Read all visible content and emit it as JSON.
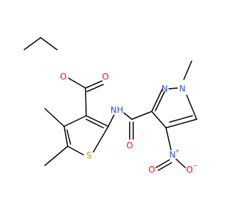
{
  "molecule": {
    "atoms": [
      {
        "id": "O_ester_single",
        "symbol": "O",
        "color": "#ff0d0d"
      },
      {
        "id": "O_ester_double",
        "symbol": "O",
        "color": "#ff0d0d"
      },
      {
        "id": "S_ring",
        "symbol": "S",
        "color": "#b8a400"
      },
      {
        "id": "NH_amide",
        "symbol": "NH",
        "color": "#3050f8"
      },
      {
        "id": "O_amide",
        "symbol": "O",
        "color": "#ff0d0d"
      },
      {
        "id": "N_pyrazole_2",
        "symbol": "N",
        "color": "#3050f8"
      },
      {
        "id": "N_pyrazole_1",
        "symbol": "N",
        "color": "#3050f8"
      },
      {
        "id": "N_nitro",
        "symbol": "N",
        "charge": "+",
        "color": "#3050f8"
      },
      {
        "id": "O_nitro_left",
        "symbol": "O",
        "color": "#ff0d0d"
      },
      {
        "id": "O_nitro_right",
        "symbol": "O",
        "charge": "−",
        "color": "#ff0d0d"
      }
    ]
  }
}
